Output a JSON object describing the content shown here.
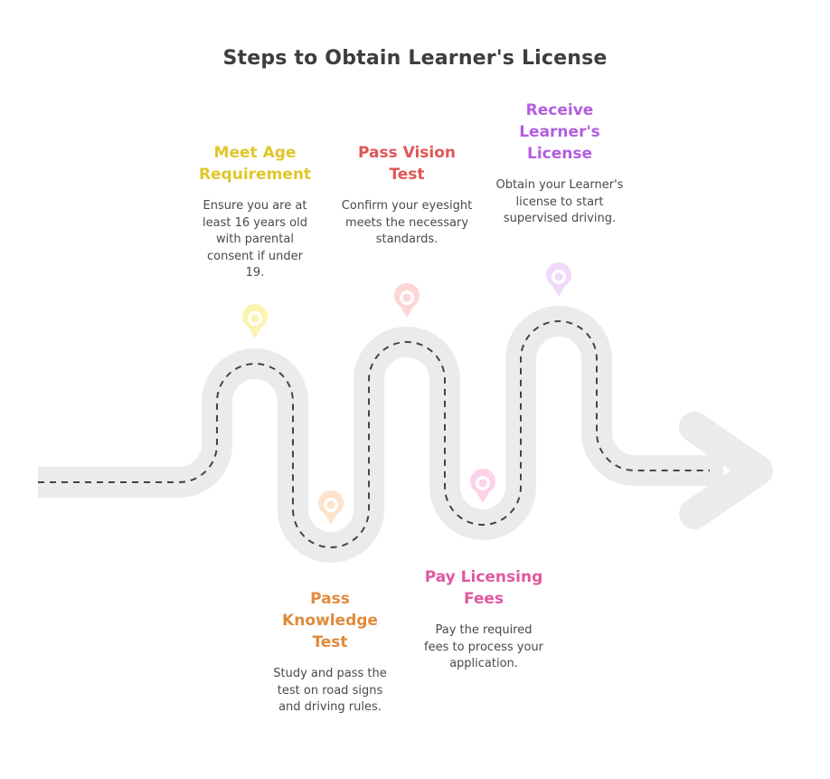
{
  "title": "Steps to Obtain Learner's License",
  "colors": {
    "road": "#ebebeb",
    "dash": "#444444",
    "title": "#3d3d3d",
    "description": "#4a4a4a"
  },
  "steps": [
    {
      "id": "meet-age-requirement",
      "order": 1,
      "title": "Meet Age Requirement",
      "title_lines": [
        "Meet Age",
        "Requirement"
      ],
      "description": "Ensure you are at least 16 years old with parental consent if under 19.",
      "color": "#e0c72a",
      "pin_color": "#fdf3b0",
      "position": "top",
      "icon": "location-pin-icon"
    },
    {
      "id": "pass-knowledge-test",
      "order": 2,
      "title": "Pass Knowledge Test",
      "title_lines": [
        "Pass",
        "Knowledge",
        "Test"
      ],
      "description": "Study and pass the test on road signs and driving rules.",
      "color": "#e08a3a",
      "pin_color": "#fde3cc",
      "position": "bottom",
      "icon": "location-pin-icon"
    },
    {
      "id": "pass-vision-test",
      "order": 3,
      "title": "Pass Vision Test",
      "title_lines": [
        "Pass Vision",
        "Test"
      ],
      "description": "Confirm your eyesight meets the necessary standards.",
      "color": "#e05656",
      "pin_color": "#fcd5d5",
      "position": "top",
      "icon": "location-pin-icon"
    },
    {
      "id": "pay-licensing-fees",
      "order": 4,
      "title": "Pay Licensing Fees",
      "title_lines": [
        "Pay Licensing",
        "Fees"
      ],
      "description": "Pay the required fees to process your application.",
      "color": "#e0589f",
      "pin_color": "#fcd3ea",
      "position": "bottom",
      "icon": "location-pin-icon"
    },
    {
      "id": "receive-learners-license",
      "order": 5,
      "title": "Receive Learner's License",
      "title_lines": [
        "Receive",
        "Learner's",
        "License"
      ],
      "description": "Obtain your Learner's license to start supervised driving.",
      "color": "#b25ee0",
      "pin_color": "#f1daf9",
      "position": "top",
      "icon": "location-pin-icon"
    }
  ]
}
